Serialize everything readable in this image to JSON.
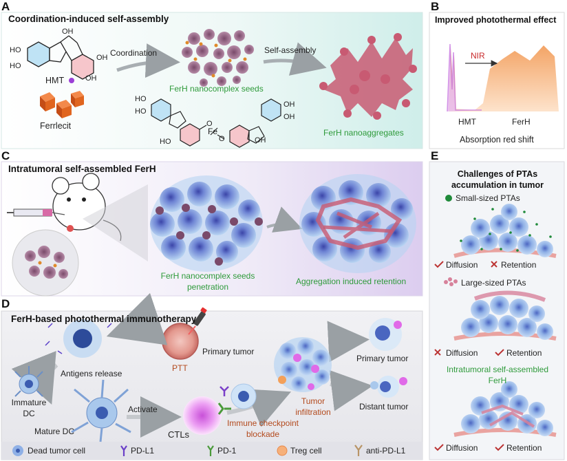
{
  "panel_a": {
    "letter": "A",
    "title": "Coordination-induced self-assembly",
    "hmt": "HMT",
    "ferrlecit": "Ferrlecit",
    "arrow_coordination": "Coordination",
    "arrow_self_assembly": "Self-assembly",
    "seeds": "FerH nanocomplex seeds",
    "aggregates": "FerH nanoaggregates",
    "fe": "Fe",
    "oh": "OH",
    "ho": "HO",
    "o": "O"
  },
  "panel_b": {
    "letter": "B",
    "title": "Improved photothermal  effect",
    "nir": "NIR",
    "hmt": "HMT",
    "ferh": "FerH",
    "caption": "Absorption red shift"
  },
  "panel_c": {
    "letter": "C",
    "title": "Intratumoral  self-assembled FerH",
    "seeds_line1": "FerH nanocomplex seeds",
    "seeds_line2": "penetration",
    "aggregation": "Aggregation induced retention"
  },
  "panel_d": {
    "letter": "D",
    "title": "FerH-based photothermal immunotherapy",
    "primary_tumor": "Primary tumor",
    "ptt": "PTT",
    "antigens_release": "Antigens release",
    "immature_dc_1": "Immature",
    "immature_dc_2": "DC",
    "mature_dc": "Mature DC",
    "activate": "Activate",
    "ctls": "CTLs",
    "checkpoint_1": "Immune checkpoint",
    "checkpoint_2": "blockade",
    "tumor_infiltration_1": "Tumor",
    "tumor_infiltration_2": "infiltration",
    "primary_tumor_right": "Primary tumor",
    "distant_tumor": "Distant tumor",
    "legend": [
      {
        "label": "Dead tumor cell",
        "icon": "dead-cell-icon"
      },
      {
        "label": "PD-L1",
        "icon": "pd-l1-icon"
      },
      {
        "label": "PD-1",
        "icon": "pd-1-icon"
      },
      {
        "label": "Treg cell",
        "icon": "treg-cell-icon"
      },
      {
        "label": "anti-PD-L1",
        "icon": "anti-pd-l1-icon"
      }
    ]
  },
  "panel_e": {
    "letter": "E",
    "title_1": "Challenges of PTAs",
    "title_2": "accumulation in tumor",
    "small": "Small-sized PTAs",
    "large": "Large-sized PTAs",
    "diffusion": "Diffusion",
    "retention": "Retention",
    "intratumoral_1": "Intratumoral self-assembled",
    "intratumoral_2": "FerH"
  },
  "colors": {
    "accent_red": "#c8282a",
    "green": "#2e9a3a",
    "brown": "#b34a1d",
    "aggregate_pink": "#c85a72",
    "cell_blue": "#a9c8ec"
  }
}
